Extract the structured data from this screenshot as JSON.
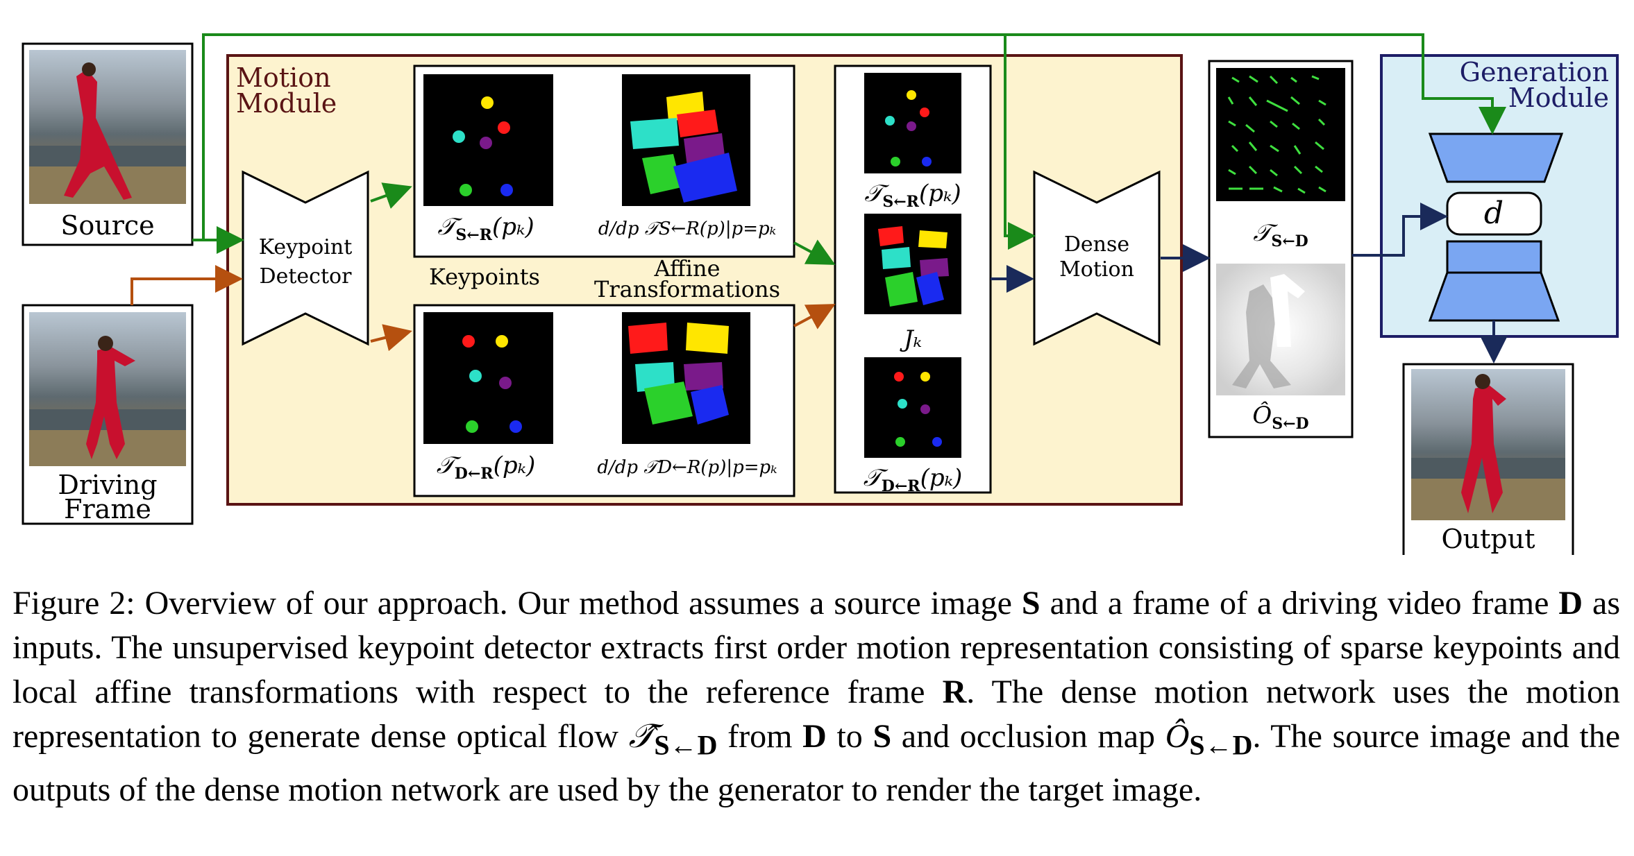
{
  "modules": {
    "motion": [
      "Motion",
      "Module"
    ],
    "generation": [
      "Generation",
      "Module"
    ]
  },
  "inputs": {
    "source": "Source",
    "driving": [
      "Driving",
      "Frame"
    ]
  },
  "networks": {
    "keypoint_detector": [
      "Keypoint",
      "Detector"
    ],
    "dense_motion": [
      "Dense",
      "Motion"
    ]
  },
  "section_labels": {
    "keypoints": "Keypoints",
    "affine": [
      "Affine",
      "Transformations"
    ]
  },
  "math": {
    "t_sr_pk": "𝒯",
    "t_sr_sub": "S←R",
    "t_sr_args": "(pₖ)",
    "deriv_sr": "d/dp 𝒯S←R(p)|p=pₖ",
    "t_dr_sub": "D←R",
    "deriv_dr": "d/dp 𝒯D←R(p)|p=pₖ",
    "jk": "Jₖ",
    "flow_sub": "S←D",
    "occ": "Ô",
    "d": "d"
  },
  "output": "Output",
  "colors": {
    "green_arrow": "#1a8a1a",
    "orange_arrow": "#b5500f",
    "navy_arrow": "#1a2a5a",
    "motion_bg": "#fdf3cf",
    "motion_border": "#5a1414",
    "gen_bg": "#d9eef6",
    "gen_border": "#1d1d66",
    "gen_block": "#7aa6f2",
    "motion_title": "#5a1414",
    "gen_title": "#1d1d66"
  },
  "caption": [
    "Figure 2: Overview of our approach. Our method assumes a source image ",
    "S",
    " and a frame of a driving video frame ",
    "D",
    " as inputs. The unsupervised keypoint detector extracts first order motion representation consisting of sparse keypoints and local affine transformations with respect to the reference frame ",
    "R",
    ". The dense motion network uses the motion representation to generate dense optical flow ",
    "𝒯̂",
    "S←D",
    " from ",
    "D",
    " to ",
    "S",
    " and occlusion map ",
    "Ô",
    "S←D",
    ". The source image and the outputs of the dense motion network are used by the generator to render the target image."
  ]
}
